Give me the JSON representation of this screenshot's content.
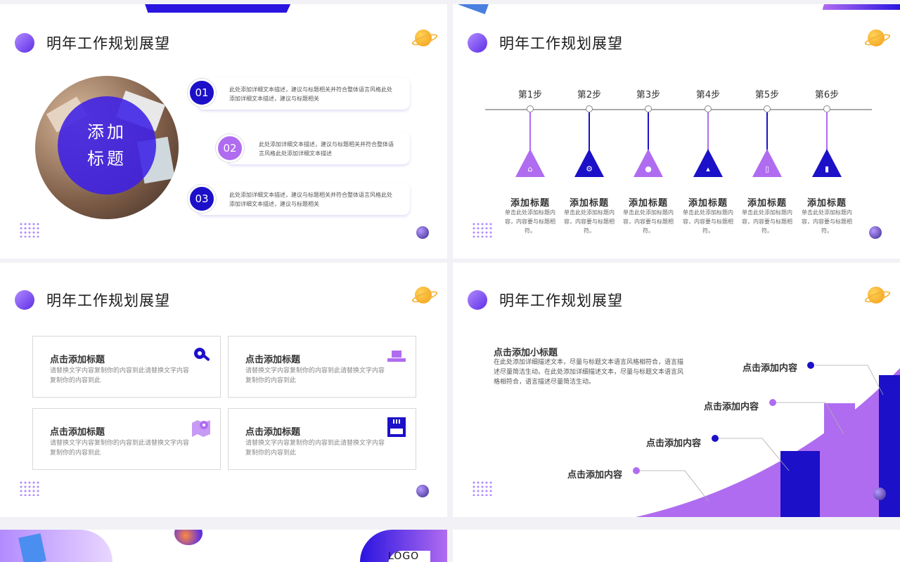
{
  "slide_title": "明年工作规划展望",
  "slide1": {
    "circle_title": "添加标题",
    "items": [
      {
        "num": "01",
        "text": "此处添加详细文本描述，建议与标题相关并符合整体语言风格此处添加详细文本描述，建议与标题相关"
      },
      {
        "num": "02",
        "text": "此处添加详细文本描述，建议与标题相关并符合整体语言风格此处添加详细文本描述"
      },
      {
        "num": "03",
        "text": "此处添加详细文本描述，建议与标题相关并符合整体语言风格此处添加详细文本描述，建议与标题相关"
      }
    ]
  },
  "slide2": {
    "steps": [
      {
        "label": "第1步",
        "heading": "添加标题",
        "desc": "单击此处添加标题内容，内容要与标题相符。",
        "color": "#b06cf0",
        "icon": "home-icon"
      },
      {
        "label": "第2步",
        "heading": "添加标题",
        "desc": "单击此处添加标题内容，内容要与标题相符。",
        "color": "#1c10c8",
        "icon": "gears-icon"
      },
      {
        "label": "第3步",
        "heading": "添加标题",
        "desc": "单击此处添加标题内容，内容要与标题相符。",
        "color": "#b06cf0",
        "icon": "user-icon"
      },
      {
        "label": "第4步",
        "heading": "添加标题",
        "desc": "单击此处添加标题内容，内容要与标题相符。",
        "color": "#1c10c8",
        "icon": "org-chart-icon"
      },
      {
        "label": "第5步",
        "heading": "添加标题",
        "desc": "单击此处添加标题内容，内容要与标题相符。",
        "color": "#b06cf0",
        "icon": "tablet-icon"
      },
      {
        "label": "第6步",
        "heading": "添加标题",
        "desc": "单击此处添加标题内容，内容要与标题相符。",
        "color": "#1c10c8",
        "icon": "signal-icon"
      }
    ]
  },
  "slide3": {
    "cards": [
      {
        "title": "点击添加标题",
        "desc": "请替换文字内容复制你的内容到此请替换文字内容复制你的内容到此",
        "icon": "gear-wrench-icon"
      },
      {
        "title": "点击添加标题",
        "desc": "请替换文字内容复制你的内容到此请替换文字内容复制你的内容到此",
        "icon": "laptop-icon"
      },
      {
        "title": "点击添加标题",
        "desc": "请替换文字内容复制你的内容到此请替换文字内容复制你的内容到此",
        "icon": "map-pin-icon"
      },
      {
        "title": "点击添加标题",
        "desc": "请替换文字内容复制你的内容到此请替换文字内容复制你的内容到此",
        "icon": "sd-card-icon"
      }
    ]
  },
  "slide4": {
    "subtitle": "点击添加小标题",
    "desc": "在此处添加详细描述文本，尽量与标题文本语言风格相符合，语言描述尽量简洁生动。在此处添加详细描述文本，尽量与标题文本语言风格相符合，语言描述尽量简洁生动。",
    "callouts": [
      "点击添加内容",
      "点击添加内容",
      "点击添加内容",
      "点击添加内容"
    ]
  },
  "bottom": {
    "logo": "LOGO"
  },
  "colors": {
    "blue": "#1c10c8",
    "purple": "#b06cf0"
  }
}
